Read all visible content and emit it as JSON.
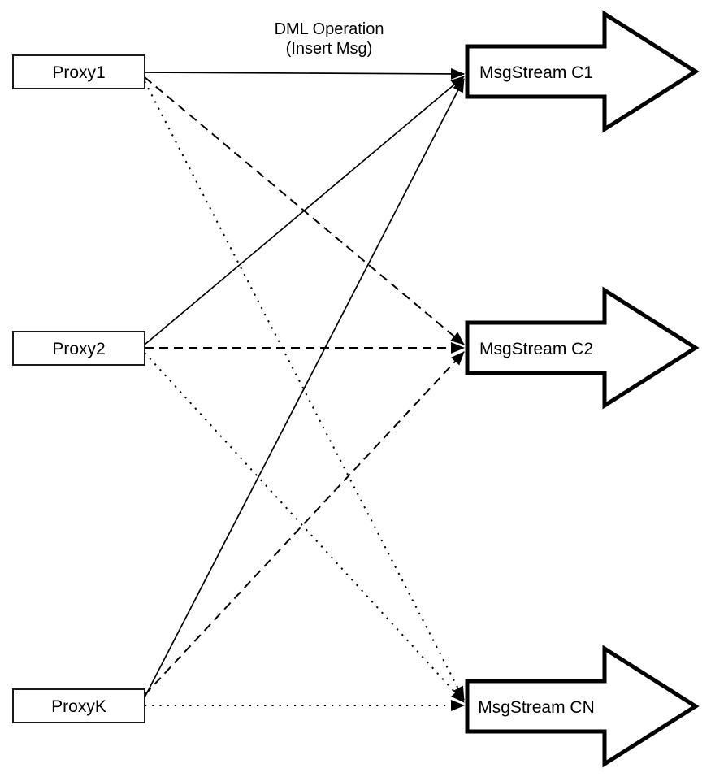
{
  "diagram": {
    "edge_label_line1": "DML Operation",
    "edge_label_line2": "(Insert Msg)",
    "proxies": [
      {
        "id": "proxy1",
        "label": "Proxy1"
      },
      {
        "id": "proxy2",
        "label": "Proxy2"
      },
      {
        "id": "proxyk",
        "label": "ProxyK"
      }
    ],
    "streams": [
      {
        "id": "msgstream-c1",
        "label": "MsgStream C1"
      },
      {
        "id": "msgstream-c2",
        "label": "MsgStream C2"
      },
      {
        "id": "msgstream-cn",
        "label": "MsgStream CN"
      }
    ],
    "edges": [
      {
        "from": "Proxy1",
        "to": "MsgStream C1",
        "style": "solid",
        "label": "DML Operation (Insert Msg)"
      },
      {
        "from": "Proxy2",
        "to": "MsgStream C1",
        "style": "solid"
      },
      {
        "from": "ProxyK",
        "to": "MsgStream C1",
        "style": "solid"
      },
      {
        "from": "Proxy1",
        "to": "MsgStream C2",
        "style": "dashed"
      },
      {
        "from": "Proxy2",
        "to": "MsgStream C2",
        "style": "dashed"
      },
      {
        "from": "ProxyK",
        "to": "MsgStream C2",
        "style": "dashed"
      },
      {
        "from": "Proxy1",
        "to": "MsgStream CN",
        "style": "dotted"
      },
      {
        "from": "Proxy2",
        "to": "MsgStream CN",
        "style": "dotted"
      },
      {
        "from": "ProxyK",
        "to": "MsgStream CN",
        "style": "dotted"
      }
    ],
    "colors": {
      "stroke": "#000000",
      "fill": "#ffffff",
      "background": "#ffffff"
    }
  }
}
